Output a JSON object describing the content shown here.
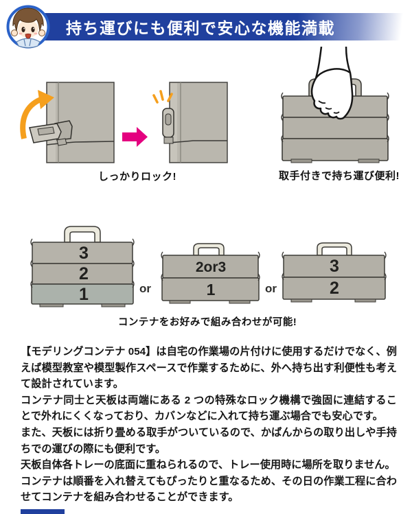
{
  "header": {
    "title": "持ち運びにも便利で安心な機能満載"
  },
  "lock_feature": {
    "caption": "しっかりロック!"
  },
  "carry_feature": {
    "caption": "取手付きで持ち運び便利!"
  },
  "combination": {
    "caption": "コンテナをお好みで組み合わせが可能!",
    "or_label": "or",
    "containers": [
      {
        "tiers": [
          "3",
          "2",
          "1"
        ]
      },
      {
        "tiers": [
          "2or3",
          "1"
        ]
      },
      {
        "tiers": [
          "3",
          "2"
        ]
      }
    ]
  },
  "description": {
    "paragraphs": [
      "【モデリングコンテナ 054】は自宅の作業場の片付けに使用するだけでなく、例えば模型教室や模型製作スペースで作業するために、外へ持ち出す利便性も考えて設計されています。",
      "コンテナ同士と天板は両端にある 2 つの特殊なロック機構で強固に連結することで外れにくくなっており、カバンなどに入れて持ち運ぶ場合でも安心です。",
      "また、天板には折り畳める取手がついているので、かばんからの取り出しや手持ちでの運びの際にも便利です。",
      "天板自体各トレーの底面に重ねられるので、トレー使用時に場所を取りません。",
      "コンテナは順番を入れ替えてもぴったりと重なるため、その日の作業工程に合わせてコンテナを組み合わせることができます。"
    ]
  },
  "colors": {
    "header_blue": "#20409e",
    "accent_orange": "#f59f1d",
    "accent_pink": "#e4007f",
    "container_gray": "#b5b2aa",
    "tier_green_gray": "#abb2ab",
    "handle_cream": "#eceade",
    "text_black": "#161616"
  }
}
